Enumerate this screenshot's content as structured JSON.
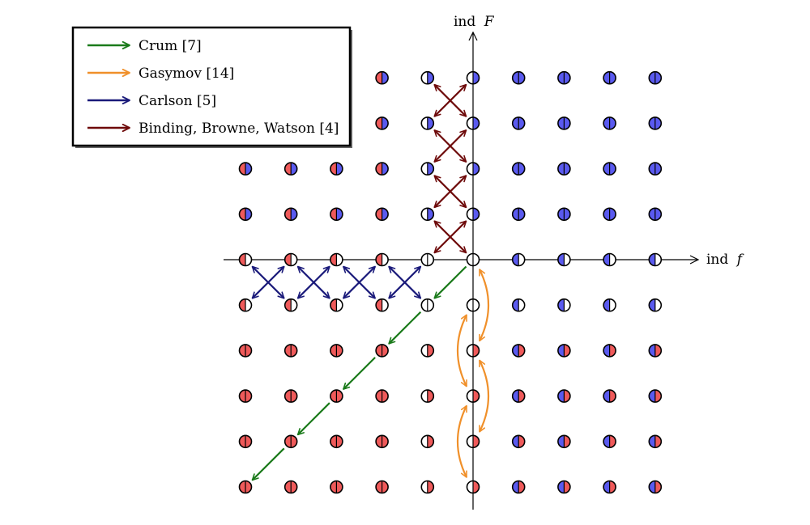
{
  "axes": {
    "x_label": "ind",
    "x_var": "f",
    "y_label": "ind",
    "y_var": "F",
    "x_range": [
      -5,
      4
    ],
    "y_range": [
      -5,
      4
    ]
  },
  "colors": {
    "red": "#ef5a5a",
    "blue": "#5a5aef",
    "white": "#ffffff",
    "crum": "#1a7a1a",
    "gasymov": "#f0902a",
    "carlson": "#1a1a7a",
    "binding": "#6e0a0a"
  },
  "legend": {
    "items": [
      {
        "label": "Crum [7]",
        "color_key": "crum"
      },
      {
        "label": "Gasymov [14]",
        "color_key": "gasymov"
      },
      {
        "label": "Carlson [5]",
        "color_key": "carlson"
      },
      {
        "label": "Binding, Browne, Watson [4]",
        "color_key": "binding"
      }
    ]
  },
  "diagram": {
    "points": [
      {
        "x": -2,
        "y": 4,
        "left": "red",
        "right": "blue"
      },
      {
        "x": -1,
        "y": 4,
        "left": "white",
        "right": "blue"
      },
      {
        "x": 0,
        "y": 4,
        "left": "white",
        "right": "blue"
      },
      {
        "x": 1,
        "y": 4,
        "left": "blue",
        "right": "blue"
      },
      {
        "x": 2,
        "y": 4,
        "left": "blue",
        "right": "blue"
      },
      {
        "x": 3,
        "y": 4,
        "left": "blue",
        "right": "blue"
      },
      {
        "x": 4,
        "y": 4,
        "left": "blue",
        "right": "blue"
      },
      {
        "x": -2,
        "y": 3,
        "left": "red",
        "right": "blue"
      },
      {
        "x": -1,
        "y": 3,
        "left": "white",
        "right": "blue"
      },
      {
        "x": 0,
        "y": 3,
        "left": "white",
        "right": "blue"
      },
      {
        "x": 1,
        "y": 3,
        "left": "blue",
        "right": "blue"
      },
      {
        "x": 2,
        "y": 3,
        "left": "blue",
        "right": "blue"
      },
      {
        "x": 3,
        "y": 3,
        "left": "blue",
        "right": "blue"
      },
      {
        "x": 4,
        "y": 3,
        "left": "blue",
        "right": "blue"
      },
      {
        "x": -5,
        "y": 2,
        "left": "red",
        "right": "blue"
      },
      {
        "x": -4,
        "y": 2,
        "left": "red",
        "right": "blue"
      },
      {
        "x": -3,
        "y": 2,
        "left": "red",
        "right": "blue"
      },
      {
        "x": -2,
        "y": 2,
        "left": "red",
        "right": "blue"
      },
      {
        "x": -1,
        "y": 2,
        "left": "white",
        "right": "blue"
      },
      {
        "x": 0,
        "y": 2,
        "left": "white",
        "right": "blue"
      },
      {
        "x": 1,
        "y": 2,
        "left": "blue",
        "right": "blue"
      },
      {
        "x": 2,
        "y": 2,
        "left": "blue",
        "right": "blue"
      },
      {
        "x": 3,
        "y": 2,
        "left": "blue",
        "right": "blue"
      },
      {
        "x": 4,
        "y": 2,
        "left": "blue",
        "right": "blue"
      },
      {
        "x": -5,
        "y": 1,
        "left": "red",
        "right": "blue"
      },
      {
        "x": -4,
        "y": 1,
        "left": "red",
        "right": "blue"
      },
      {
        "x": -3,
        "y": 1,
        "left": "red",
        "right": "blue"
      },
      {
        "x": -2,
        "y": 1,
        "left": "red",
        "right": "blue"
      },
      {
        "x": -1,
        "y": 1,
        "left": "white",
        "right": "blue"
      },
      {
        "x": 0,
        "y": 1,
        "left": "white",
        "right": "blue"
      },
      {
        "x": 1,
        "y": 1,
        "left": "blue",
        "right": "blue"
      },
      {
        "x": 2,
        "y": 1,
        "left": "blue",
        "right": "blue"
      },
      {
        "x": 3,
        "y": 1,
        "left": "blue",
        "right": "blue"
      },
      {
        "x": 4,
        "y": 1,
        "left": "blue",
        "right": "blue"
      },
      {
        "x": -5,
        "y": 0,
        "left": "red",
        "right": "white"
      },
      {
        "x": -4,
        "y": 0,
        "left": "red",
        "right": "white"
      },
      {
        "x": -3,
        "y": 0,
        "left": "red",
        "right": "white"
      },
      {
        "x": -2,
        "y": 0,
        "left": "red",
        "right": "white"
      },
      {
        "x": -1,
        "y": 0,
        "left": "white",
        "right": "white"
      },
      {
        "x": 0,
        "y": 0,
        "left": "white",
        "right": "white"
      },
      {
        "x": 1,
        "y": 0,
        "left": "blue",
        "right": "white"
      },
      {
        "x": 2,
        "y": 0,
        "left": "blue",
        "right": "white"
      },
      {
        "x": 3,
        "y": 0,
        "left": "blue",
        "right": "white"
      },
      {
        "x": 4,
        "y": 0,
        "left": "blue",
        "right": "white"
      },
      {
        "x": -5,
        "y": -1,
        "left": "red",
        "right": "white"
      },
      {
        "x": -4,
        "y": -1,
        "left": "red",
        "right": "white"
      },
      {
        "x": -3,
        "y": -1,
        "left": "red",
        "right": "white"
      },
      {
        "x": -2,
        "y": -1,
        "left": "red",
        "right": "white"
      },
      {
        "x": -1,
        "y": -1,
        "left": "white",
        "right": "white"
      },
      {
        "x": 0,
        "y": -1,
        "left": "white",
        "right": "white"
      },
      {
        "x": 1,
        "y": -1,
        "left": "blue",
        "right": "white"
      },
      {
        "x": 2,
        "y": -1,
        "left": "blue",
        "right": "white"
      },
      {
        "x": 3,
        "y": -1,
        "left": "blue",
        "right": "white"
      },
      {
        "x": 4,
        "y": -1,
        "left": "blue",
        "right": "white"
      },
      {
        "x": -5,
        "y": -2,
        "left": "red",
        "right": "red"
      },
      {
        "x": -4,
        "y": -2,
        "left": "red",
        "right": "red"
      },
      {
        "x": -3,
        "y": -2,
        "left": "red",
        "right": "red"
      },
      {
        "x": -2,
        "y": -2,
        "left": "red",
        "right": "red"
      },
      {
        "x": -1,
        "y": -2,
        "left": "white",
        "right": "red"
      },
      {
        "x": 0,
        "y": -2,
        "left": "white",
        "right": "red"
      },
      {
        "x": 1,
        "y": -2,
        "left": "blue",
        "right": "red"
      },
      {
        "x": 2,
        "y": -2,
        "left": "blue",
        "right": "red"
      },
      {
        "x": 3,
        "y": -2,
        "left": "blue",
        "right": "red"
      },
      {
        "x": 4,
        "y": -2,
        "left": "blue",
        "right": "red"
      },
      {
        "x": -5,
        "y": -3,
        "left": "red",
        "right": "red"
      },
      {
        "x": -4,
        "y": -3,
        "left": "red",
        "right": "red"
      },
      {
        "x": -3,
        "y": -3,
        "left": "red",
        "right": "red"
      },
      {
        "x": -2,
        "y": -3,
        "left": "red",
        "right": "red"
      },
      {
        "x": -1,
        "y": -3,
        "left": "white",
        "right": "red"
      },
      {
        "x": 0,
        "y": -3,
        "left": "white",
        "right": "red"
      },
      {
        "x": 1,
        "y": -3,
        "left": "blue",
        "right": "red"
      },
      {
        "x": 2,
        "y": -3,
        "left": "blue",
        "right": "red"
      },
      {
        "x": 3,
        "y": -3,
        "left": "blue",
        "right": "red"
      },
      {
        "x": 4,
        "y": -3,
        "left": "blue",
        "right": "red"
      },
      {
        "x": -5,
        "y": -4,
        "left": "red",
        "right": "red"
      },
      {
        "x": -4,
        "y": -4,
        "left": "red",
        "right": "red"
      },
      {
        "x": -3,
        "y": -4,
        "left": "red",
        "right": "red"
      },
      {
        "x": -2,
        "y": -4,
        "left": "red",
        "right": "red"
      },
      {
        "x": -1,
        "y": -4,
        "left": "white",
        "right": "red"
      },
      {
        "x": 0,
        "y": -4,
        "left": "white",
        "right": "red"
      },
      {
        "x": 1,
        "y": -4,
        "left": "blue",
        "right": "red"
      },
      {
        "x": 2,
        "y": -4,
        "left": "blue",
        "right": "red"
      },
      {
        "x": 3,
        "y": -4,
        "left": "blue",
        "right": "red"
      },
      {
        "x": 4,
        "y": -4,
        "left": "blue",
        "right": "red"
      },
      {
        "x": -5,
        "y": -5,
        "left": "red",
        "right": "red"
      },
      {
        "x": -4,
        "y": -5,
        "left": "red",
        "right": "red"
      },
      {
        "x": -3,
        "y": -5,
        "left": "red",
        "right": "red"
      },
      {
        "x": -2,
        "y": -5,
        "left": "red",
        "right": "red"
      },
      {
        "x": -1,
        "y": -5,
        "left": "white",
        "right": "red"
      },
      {
        "x": 0,
        "y": -5,
        "left": "white",
        "right": "red"
      },
      {
        "x": 1,
        "y": -5,
        "left": "blue",
        "right": "red"
      },
      {
        "x": 2,
        "y": -5,
        "left": "blue",
        "right": "red"
      },
      {
        "x": 3,
        "y": -5,
        "left": "blue",
        "right": "red"
      },
      {
        "x": 4,
        "y": -5,
        "left": "blue",
        "right": "red"
      }
    ],
    "arrows": [
      {
        "group": "crum",
        "from": [
          0,
          0
        ],
        "to": [
          -1,
          -1
        ],
        "heads": "end"
      },
      {
        "group": "crum",
        "from": [
          -1,
          -1
        ],
        "to": [
          -2,
          -2
        ],
        "heads": "end"
      },
      {
        "group": "crum",
        "from": [
          -2,
          -2
        ],
        "to": [
          -3,
          -3
        ],
        "heads": "end"
      },
      {
        "group": "crum",
        "from": [
          -3,
          -3
        ],
        "to": [
          -4,
          -4
        ],
        "heads": "end"
      },
      {
        "group": "crum",
        "from": [
          -4,
          -4
        ],
        "to": [
          -5,
          -5
        ],
        "heads": "end"
      },
      {
        "group": "gasymov",
        "from": [
          0,
          0
        ],
        "to": [
          0,
          -2
        ],
        "heads": "both",
        "side": "right"
      },
      {
        "group": "gasymov",
        "from": [
          0,
          -1
        ],
        "to": [
          0,
          -3
        ],
        "heads": "both",
        "side": "left"
      },
      {
        "group": "gasymov",
        "from": [
          0,
          -2
        ],
        "to": [
          0,
          -4
        ],
        "heads": "both",
        "side": "right"
      },
      {
        "group": "gasymov",
        "from": [
          0,
          -3
        ],
        "to": [
          0,
          -5
        ],
        "heads": "both",
        "side": "left"
      },
      {
        "group": "carlson",
        "from": [
          -5,
          0
        ],
        "to": [
          -4,
          -1
        ],
        "heads": "both"
      },
      {
        "group": "carlson",
        "from": [
          -4,
          0
        ],
        "to": [
          -5,
          -1
        ],
        "heads": "both"
      },
      {
        "group": "carlson",
        "from": [
          -4,
          0
        ],
        "to": [
          -3,
          -1
        ],
        "heads": "both"
      },
      {
        "group": "carlson",
        "from": [
          -3,
          0
        ],
        "to": [
          -4,
          -1
        ],
        "heads": "both"
      },
      {
        "group": "carlson",
        "from": [
          -3,
          0
        ],
        "to": [
          -2,
          -1
        ],
        "heads": "both"
      },
      {
        "group": "carlson",
        "from": [
          -2,
          0
        ],
        "to": [
          -3,
          -1
        ],
        "heads": "both"
      },
      {
        "group": "carlson",
        "from": [
          -2,
          0
        ],
        "to": [
          -1,
          -1
        ],
        "heads": "both"
      },
      {
        "group": "carlson",
        "from": [
          -1,
          0
        ],
        "to": [
          -2,
          -1
        ],
        "heads": "both"
      },
      {
        "group": "binding",
        "from": [
          -1,
          4
        ],
        "to": [
          0,
          3
        ],
        "heads": "both"
      },
      {
        "group": "binding",
        "from": [
          0,
          4
        ],
        "to": [
          -1,
          3
        ],
        "heads": "both"
      },
      {
        "group": "binding",
        "from": [
          -1,
          3
        ],
        "to": [
          0,
          2
        ],
        "heads": "both"
      },
      {
        "group": "binding",
        "from": [
          0,
          3
        ],
        "to": [
          -1,
          2
        ],
        "heads": "both"
      },
      {
        "group": "binding",
        "from": [
          -1,
          2
        ],
        "to": [
          0,
          1
        ],
        "heads": "both"
      },
      {
        "group": "binding",
        "from": [
          0,
          2
        ],
        "to": [
          -1,
          1
        ],
        "heads": "both"
      },
      {
        "group": "binding",
        "from": [
          -1,
          1
        ],
        "to": [
          0,
          0
        ],
        "heads": "both"
      },
      {
        "group": "binding",
        "from": [
          0,
          1
        ],
        "to": [
          -1,
          0
        ],
        "heads": "both"
      }
    ]
  }
}
